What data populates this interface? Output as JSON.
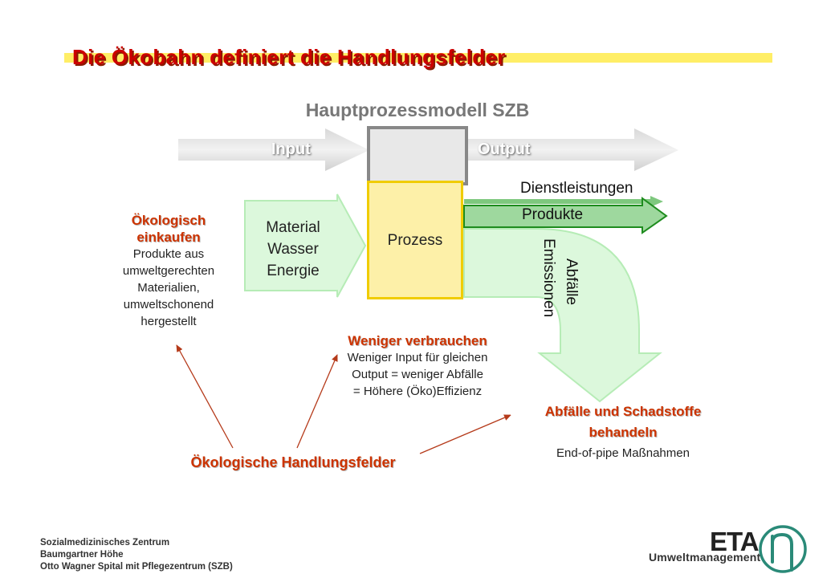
{
  "header": {
    "title": "Die Ökobahn definiert die Handlungsfelder",
    "subtitle": "Hauptprozessmodell SZB"
  },
  "process": {
    "input_label": "Input",
    "output_label": "Output",
    "process_label": "Prozess",
    "inputs": [
      "Material",
      "Wasser",
      "Energie"
    ],
    "services_label": "Dienstleistungen",
    "products_label": "Produkte",
    "waste_label": "Abfälle",
    "emissions_label": "Emissionen"
  },
  "fields": {
    "buy": {
      "title_line1": "Ökologisch",
      "title_line2": "einkaufen",
      "text": [
        "Produkte aus",
        "umweltgerechten",
        "Materialien,",
        "umweltschonend",
        "hergestellt"
      ]
    },
    "consume": {
      "title": "Weniger verbrauchen",
      "text": [
        "Weniger Input für gleichen",
        "Output = weniger Abfälle",
        "= Höhere (Öko)Effizienz"
      ]
    },
    "treat": {
      "title_line1": "Abfälle und Schadstoffe",
      "title_line2": "behandeln",
      "text": "End-of-pipe Maßnahmen"
    },
    "overall": "Ökologische Handlungsfelder"
  },
  "footer": {
    "lines": [
      "Sozialmedizinisches Zentrum",
      "Baumgartner Höhe",
      "Otto Wagner Spital mit Pflegezentrum (SZB)"
    ]
  },
  "logo": {
    "name": "ETA",
    "sub": "Umweltmanagement"
  },
  "colors": {
    "title": "#cc0000",
    "field_title": "#cc3300",
    "title_bar": "#ffee66",
    "green_light": "#dcf8dc",
    "green_dark": "#1e8c1e",
    "product_fill": "#9ed89e",
    "logo_teal": "#2a8a78"
  }
}
